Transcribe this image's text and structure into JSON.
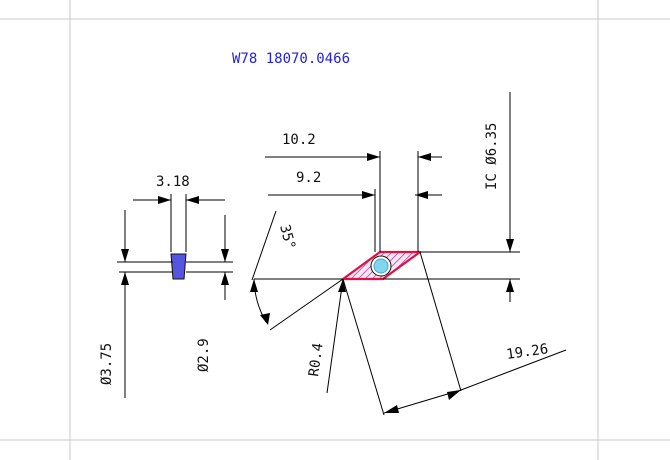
{
  "drawing": {
    "part_number": "W78 18070.0466",
    "dims": {
      "width_318": "3.18",
      "dia_375": "Ø3.75",
      "dia_29": "Ø2.9",
      "len_102": "10.2",
      "len_92": "9.2",
      "ic_635": "IC Ø6.35",
      "angle_35": "35°",
      "radius_r04": "R0.4",
      "len_1926": "19.26"
    },
    "colors": {
      "title": "#2222dd",
      "insert_outline": "#dd1144",
      "insert_fill": "#b24aa6",
      "hole": "#7fd6ef",
      "side_view_fill": "#5555dd",
      "line": "#000000",
      "frame": "#c8c8c8"
    }
  }
}
